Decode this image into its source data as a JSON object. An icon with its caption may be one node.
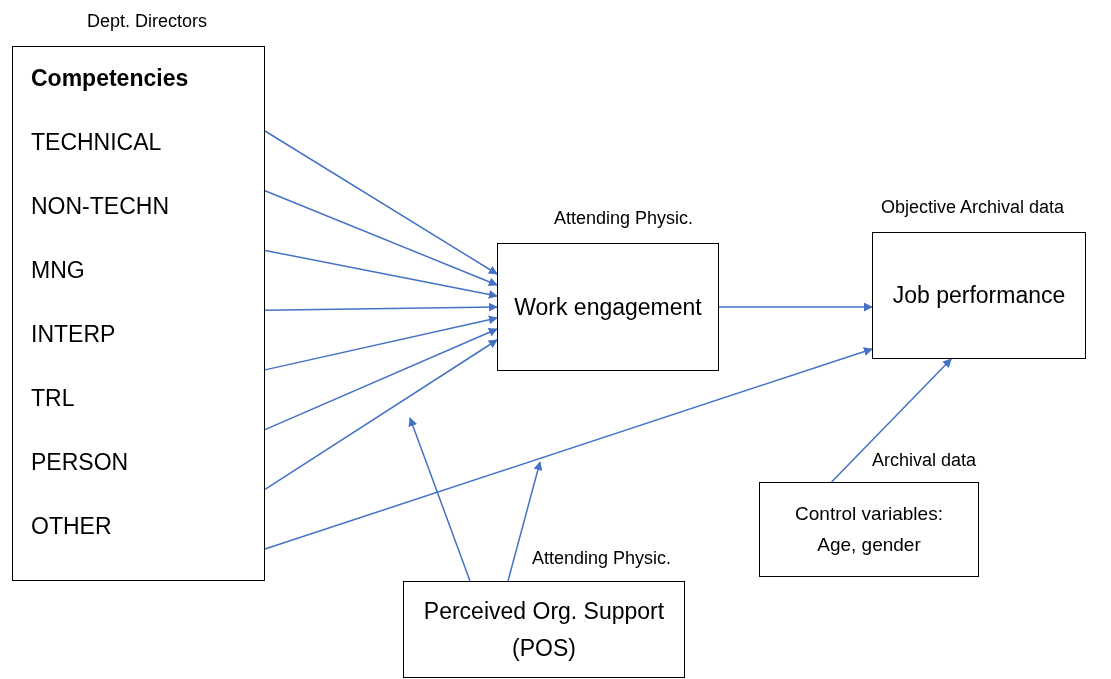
{
  "diagram": {
    "nodes": [
      {
        "text": [
          "Competencies",
          "TECHNICAL",
          "NON-TECHN",
          "MNG",
          "INTERP",
          "TRL",
          "PERSON",
          "OTHER"
        ],
        "beside": [
          "Dept. Directors"
        ]
      },
      {
        "text": [
          "Work engagement"
        ],
        "beside": [
          "Attending Physic."
        ]
      },
      {
        "text": [
          "Job performance"
        ],
        "beside": [
          "Objective Archival data"
        ]
      },
      {
        "text": [
          "Control variables: Age, gender"
        ],
        "beside": [
          "Archival data"
        ]
      },
      {
        "text": [
          "Perceived Org. Support (POS)"
        ],
        "beside": [
          "Attending Physic."
        ]
      }
    ],
    "edges": [
      {
        "from": 0,
        "to": 1,
        "arrow": "to"
      },
      {
        "from": 0,
        "to": 1,
        "arrow": "to"
      },
      {
        "from": 0,
        "to": 1,
        "arrow": "to"
      },
      {
        "from": 0,
        "to": 1,
        "arrow": "to"
      },
      {
        "from": 0,
        "to": 1,
        "arrow": "to"
      },
      {
        "from": 0,
        "to": 1,
        "arrow": "to"
      },
      {
        "from": 0,
        "to": 1,
        "arrow": "to"
      },
      {
        "from": 0,
        "to": 2,
        "arrow": "to"
      },
      {
        "from": 1,
        "to": 2,
        "arrow": "to"
      },
      {
        "from": 3,
        "to": 2,
        "arrow": "to"
      },
      {
        "from": 4,
        "to": null,
        "arrow": "to"
      },
      {
        "from": 4,
        "to": null,
        "arrow": "to"
      }
    ]
  }
}
